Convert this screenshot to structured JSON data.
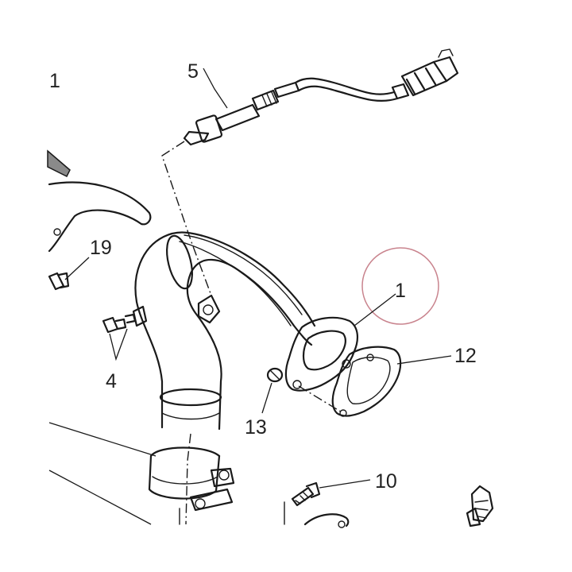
{
  "page_label": "1",
  "callouts": {
    "c1": "1",
    "c4": "4",
    "c5": "5",
    "c10": "10",
    "c12": "12",
    "c13": "13",
    "c19": "19"
  },
  "colors": {
    "line": "#1a1a1a",
    "highlight_circle": "#c9848e",
    "shade": "#8a8a8a"
  }
}
